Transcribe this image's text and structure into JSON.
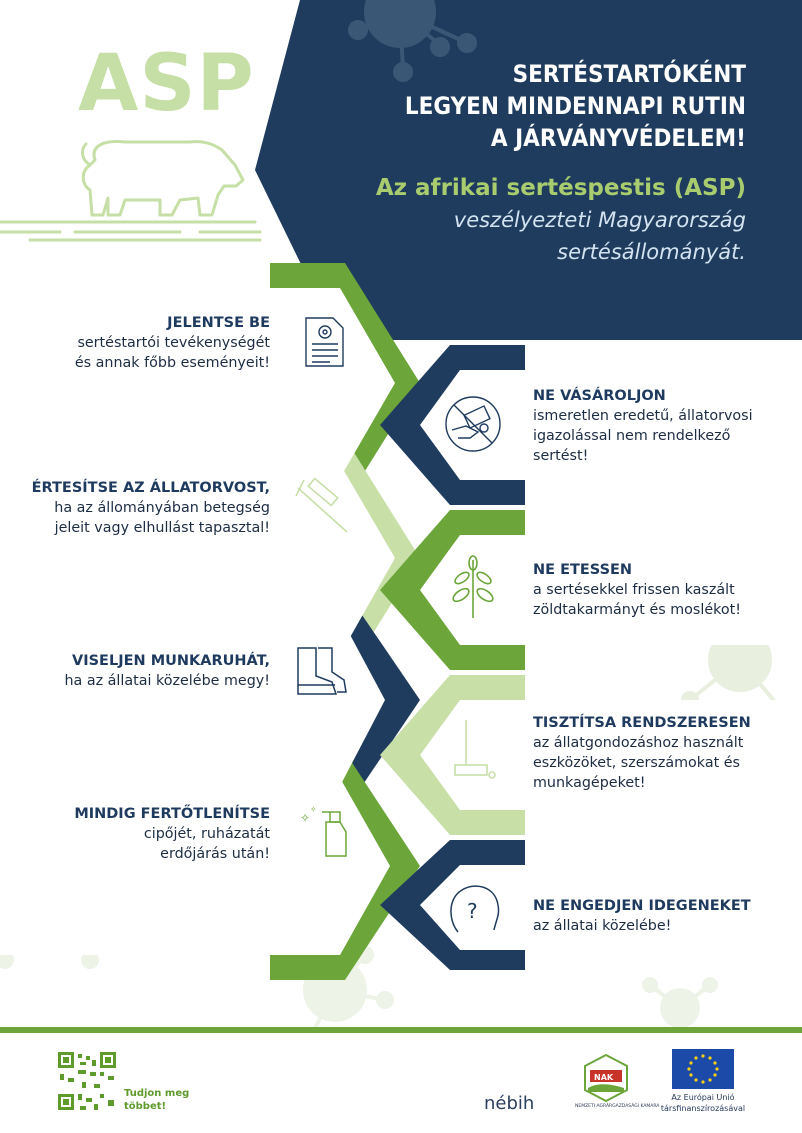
{
  "header": {
    "logo_text": "ASP",
    "headline": [
      "SERTÉSTARTÓKÉNT",
      "LEGYEN MINDENNAPI RUTIN",
      "A JÁRVÁNYVÉDELEM!"
    ],
    "subtitle_bold": "Az afrikai sertéspestis (ASP)",
    "subtitle_italic": [
      "veszélyezteti Magyarország",
      "sertésállományát."
    ]
  },
  "items_left": [
    {
      "title": "JELENTSE BE",
      "lines": [
        "sertéstartói tevékenységét",
        "és annak főbb eseményeit!"
      ],
      "icon": "document-gear-icon"
    },
    {
      "title": "ÉRTESÍTSE AZ ÁLLATORVOST,",
      "lines": [
        "ha az állományában betegség",
        "jeleit vagy elhullást tapasztal!"
      ],
      "icon": "syringe-icon"
    },
    {
      "title": "VISELJEN MUNKARUHÁT,",
      "lines": [
        "ha az állatai közelébe megy!"
      ],
      "icon": "rubber-boots-icon"
    },
    {
      "title": "MINDIG FERTŐTLENÍTSE",
      "lines": [
        "cipőjét, ruházatát",
        "erdőjárás után!"
      ],
      "icon": "spray-bottle-icon"
    }
  ],
  "items_right": [
    {
      "title": "NE VÁSÁROLJON",
      "lines": [
        "ismeretlen eredetű, állatorvosi",
        "igazolással nem rendelkező",
        "sertést!"
      ],
      "icon": "no-money-hand-icon"
    },
    {
      "title": "NE ETESSEN",
      "lines": [
        "a sertésekkel frissen kaszált",
        "zöldtakarmányt és moslékot!"
      ],
      "icon": "plant-icon"
    },
    {
      "title": "TISZTÍTSA RENDSZERESEN",
      "lines": [
        "az állatgondozáshoz használt",
        "eszközöket, szerszámokat és",
        "munkagépeket!"
      ],
      "icon": "mop-icon"
    },
    {
      "title": "NE ENGEDJEN IDEGENEKET",
      "lines": [
        "az állatai közelébe!"
      ],
      "icon": "question-head-icon"
    }
  ],
  "footer": {
    "qr_caption": [
      "Tudjon meg",
      "többet!"
    ],
    "nebih_logo": "nébih",
    "nak_logo": "NAK",
    "nak_caption": "NEMZETI AGRÁRGAZDASÁGI KAMARA",
    "eu_caption": [
      "Az Európai Unió",
      "társfinanszírozásával"
    ]
  },
  "colors": {
    "navy": "#1e3a5f",
    "green": "#6ca63a",
    "light_green": "#c8dfa8",
    "virus": "#e9f0df"
  }
}
